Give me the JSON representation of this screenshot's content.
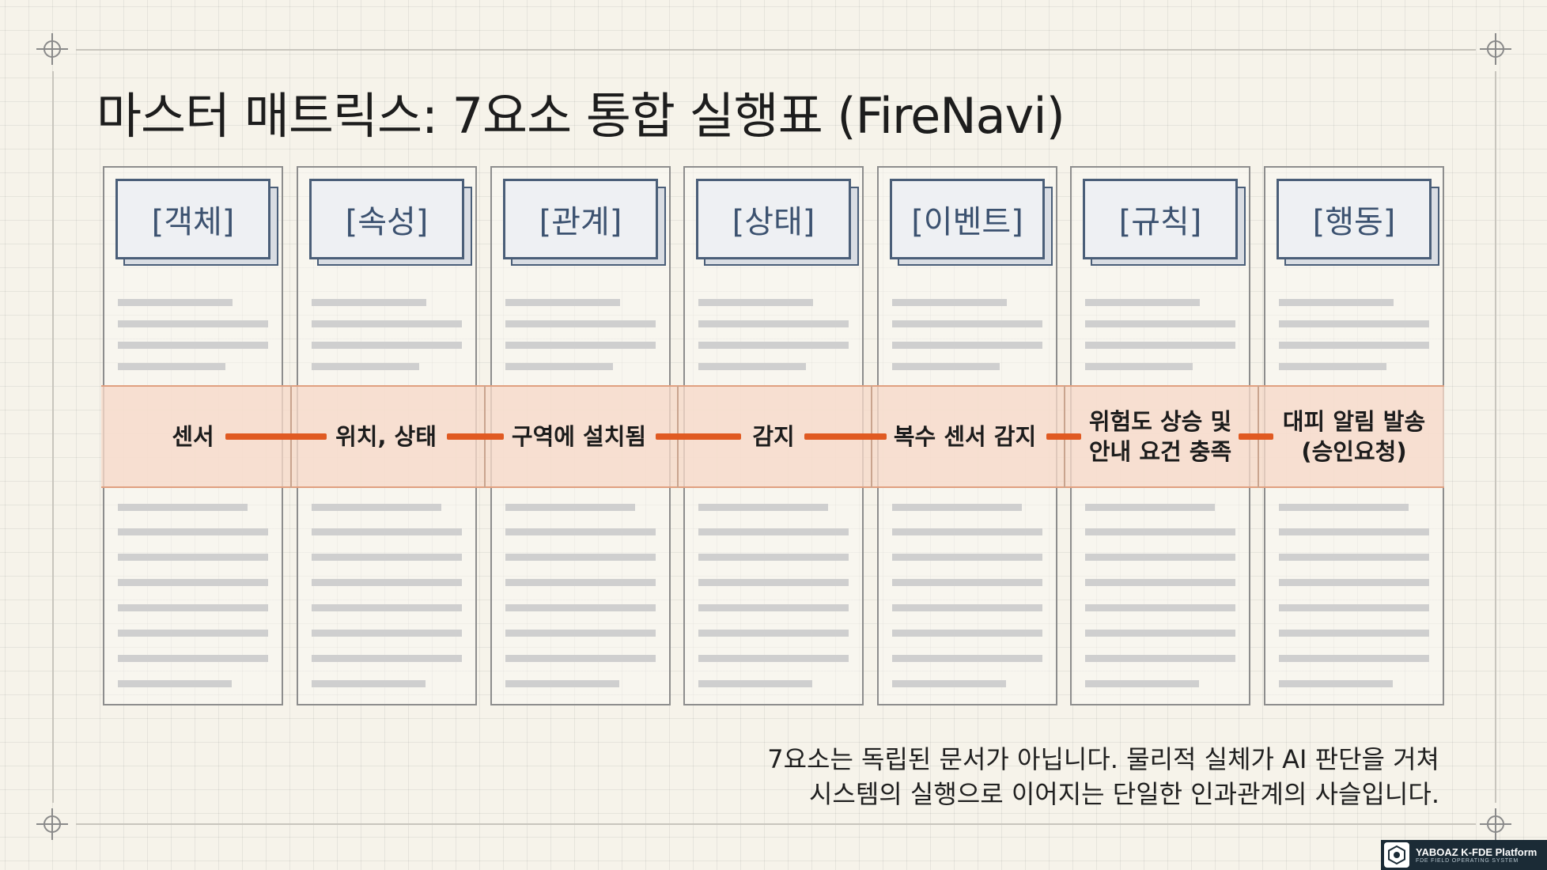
{
  "title": "마스터 매트릭스: 7요소 통합 실행표 (FireNavi)",
  "elements": [
    {
      "header": "[객체]",
      "item": "센서"
    },
    {
      "header": "[속성]",
      "item": "위치, 상태"
    },
    {
      "header": "[관계]",
      "item": "구역에 설치됨"
    },
    {
      "header": "[상태]",
      "item": "감지"
    },
    {
      "header": "[이벤트]",
      "item": "복수 센서 감지"
    },
    {
      "header": "[규칙]",
      "item": "위험도 상승 및\n안내 요건 충족"
    },
    {
      "header": "[행동]",
      "item": "대피 알림 발송\n(승인요청)"
    }
  ],
  "caption": {
    "line1": "7요소는 독립된 문서가 아닙니다. 물리적 실체가 AI 판단을 거쳐",
    "line2": "시스템의 실행으로 이어지는 단일한 인과관계의 사슬입니다."
  },
  "brand": {
    "name": "YABOAZ K-FDE Platform",
    "subtitle": "FDE FIELD OPERATING SYSTEM"
  },
  "colors": {
    "accent": "#e05a22",
    "card_border": "#4a5e78",
    "band": "#f6d8c8"
  }
}
